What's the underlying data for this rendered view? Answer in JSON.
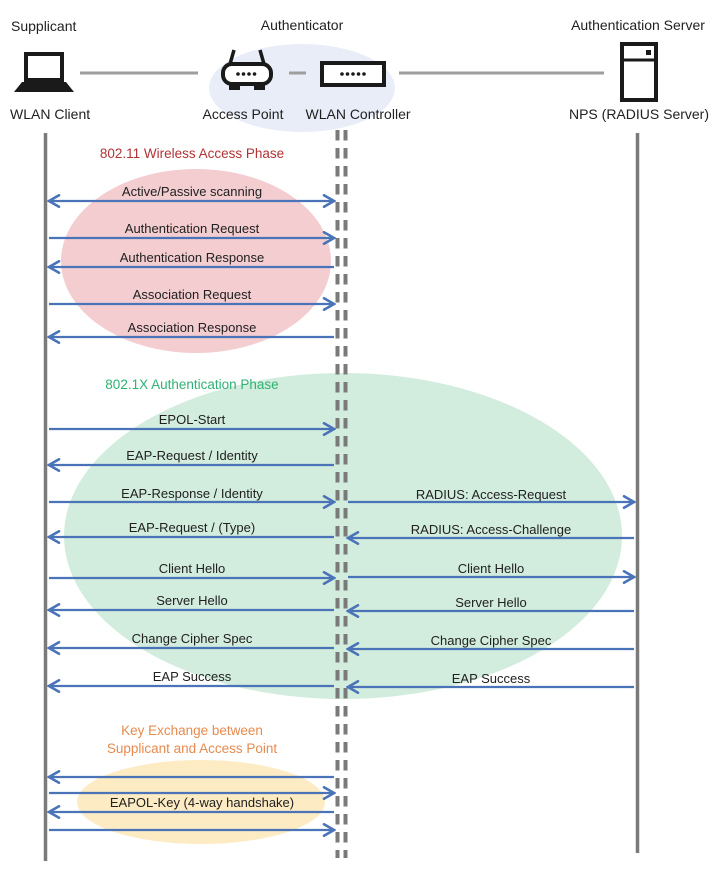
{
  "header": {
    "roles": {
      "supplicant": "Supplicant",
      "authenticator": "Authenticator",
      "auth_server": "Authentication Server"
    },
    "devices": {
      "wlan_client": "WLAN Client",
      "access_point": "Access Point",
      "wlan_controller": "WLAN Controller",
      "nps": "NPS (RADIUS Server)"
    }
  },
  "phase1": {
    "title": "802.11 Wireless Access Phase",
    "messages": [
      {
        "label": "Active/Passive scanning",
        "direction": "both"
      },
      {
        "label": "Authentication Request",
        "direction": "right"
      },
      {
        "label": "Authentication Response",
        "direction": "left"
      },
      {
        "label": "Association Request",
        "direction": "right"
      },
      {
        "label": "Association Response",
        "direction": "left"
      }
    ]
  },
  "phase2": {
    "title": "802.1X Authentication Phase",
    "left_messages": [
      {
        "label": "EPOL-Start",
        "direction": "right"
      },
      {
        "label": "EAP-Request / Identity",
        "direction": "left"
      },
      {
        "label": "EAP-Response / Identity",
        "direction": "right"
      },
      {
        "label": "EAP-Request / (Type)",
        "direction": "left"
      },
      {
        "label": "Client Hello",
        "direction": "right"
      },
      {
        "label": "Server Hello",
        "direction": "left"
      },
      {
        "label": "Change Cipher Spec",
        "direction": "left"
      },
      {
        "label": "EAP Success",
        "direction": "left"
      }
    ],
    "right_messages": [
      {
        "label": "RADIUS: Access-Request",
        "direction": "right"
      },
      {
        "label": "RADIUS: Access-Challenge",
        "direction": "left"
      },
      {
        "label": "Client Hello",
        "direction": "right"
      },
      {
        "label": "Server Hello",
        "direction": "left"
      },
      {
        "label": "Change Cipher Spec",
        "direction": "left"
      },
      {
        "label": "EAP Success",
        "direction": "left"
      }
    ]
  },
  "phase3": {
    "title_line1": "Key Exchange between",
    "title_line2": "Supplicant and Access Point",
    "handshake_label": "EAPOL-Key (4-way handshake)",
    "arrow_directions": [
      "left",
      "right",
      "left",
      "right"
    ]
  },
  "colors": {
    "arrow": "#4a73b8",
    "lifeline": "#7a7a7a",
    "connector": "#9e9e9e",
    "text": "#212121",
    "phase1_title": "#b03335",
    "phase1_ellipse": "#f3cdd0",
    "phase2_title": "#2eb273",
    "phase2_ellipse": "#d2ecdd",
    "phase3_title": "#e78b4e",
    "phase3_ellipse": "#fdebc4",
    "authenticator_ellipse": "#e9edf8"
  }
}
